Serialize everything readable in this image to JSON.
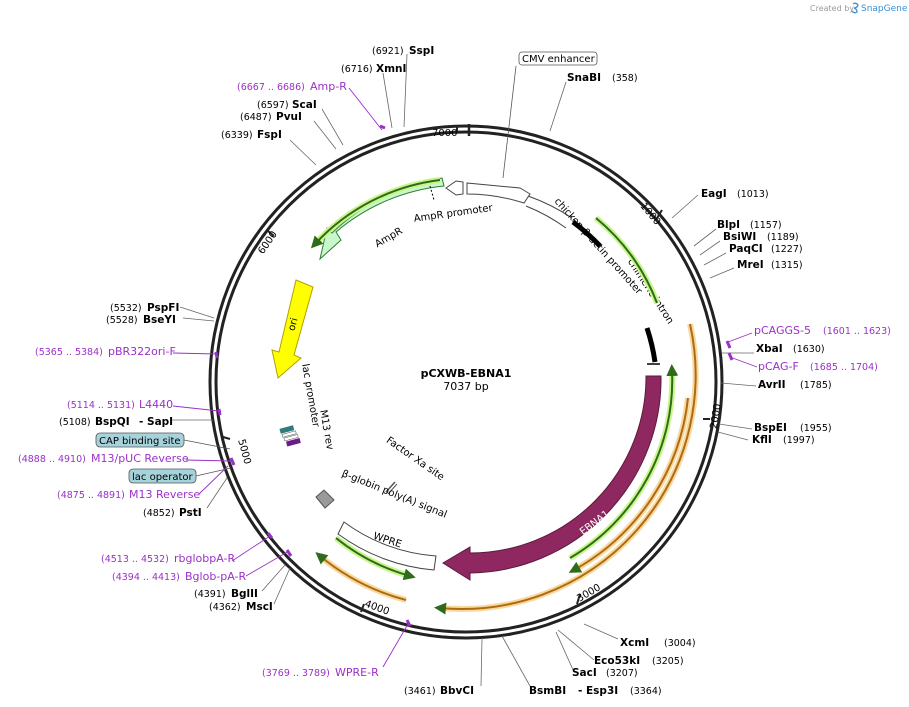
{
  "credit": {
    "prefix": "Created by",
    "brand": "SnapGene"
  },
  "plasmid": {
    "name": "pCXWB-EBNA1",
    "size_label": "7037 bp"
  },
  "ticks": [
    {
      "label": "1000",
      "bp": 1000
    },
    {
      "label": "2000",
      "bp": 2000
    },
    {
      "label": "3000",
      "bp": 3000
    },
    {
      "label": "4000",
      "bp": 4000
    },
    {
      "label": "5000",
      "bp": 5000
    },
    {
      "label": "6000",
      "bp": 6000
    },
    {
      "label": "7000",
      "bp": 7000
    }
  ],
  "features": [
    {
      "name": "EBNA1",
      "label": "EBNA1",
      "color": "#8f2860"
    },
    {
      "name": "chimeric-intron",
      "label": "chimeric intron",
      "color": "#000000"
    },
    {
      "name": "chicken-actin-promoter",
      "label": "chicken β-actin promoter",
      "color": "#ffffff"
    },
    {
      "name": "cmv-enhancer",
      "label": "CMV enhancer",
      "color": "#ffffff"
    },
    {
      "name": "ampr-promoter",
      "label": "AmpR promoter",
      "color": "#ffffff"
    },
    {
      "name": "ampr",
      "label": "AmpR",
      "color": "#c8f7cc"
    },
    {
      "name": "ori",
      "label": "ori",
      "color": "#ffff00"
    },
    {
      "name": "lac-promoter",
      "label": "lac promoter",
      "color": "#ffffff"
    },
    {
      "name": "m13-rev",
      "label": "M13 rev",
      "color": "#ffffff"
    },
    {
      "name": "factor-xa-site",
      "label": "Factor Xa site",
      "color": "#ffffff"
    },
    {
      "name": "globin-polya",
      "label": "β-globin poly(A) signal",
      "color": "#9a9a9a"
    },
    {
      "name": "wpre",
      "label": "WPRE",
      "color": "#ffffff"
    }
  ],
  "enzymes": [
    {
      "name": "SspI",
      "pos": "(6921)"
    },
    {
      "name": "XmnI",
      "pos": "(6716)"
    },
    {
      "name": "ScaI",
      "pos": "(6597)"
    },
    {
      "name": "PvuI",
      "pos": "(6487)"
    },
    {
      "name": "FspI",
      "pos": "(6339)"
    },
    {
      "name": "SnaBI",
      "pos": "(358)"
    },
    {
      "name": "EagI",
      "pos": "(1013)"
    },
    {
      "name": "BlpI",
      "pos": "(1157)"
    },
    {
      "name": "BsiWI",
      "pos": "(1189)"
    },
    {
      "name": "PaqCI",
      "pos": "(1227)"
    },
    {
      "name": "MreI",
      "pos": "(1315)"
    },
    {
      "name": "XbaI",
      "pos": "(1630)"
    },
    {
      "name": "AvrII",
      "pos": "(1785)"
    },
    {
      "name": "BspEI",
      "pos": "(1955)"
    },
    {
      "name": "KflI",
      "pos": "(1997)"
    },
    {
      "name": "XcmI",
      "pos": "(3004)"
    },
    {
      "name": "Eco53kI",
      "pos": "(3205)"
    },
    {
      "name": "SacI",
      "pos": "(3207)"
    },
    {
      "name": "BsmBI",
      "pos": "",
      "suffix": "- Esp3I",
      "pos2": "(3364)"
    },
    {
      "name": "BbvCI",
      "pos": "(3461)"
    },
    {
      "name": "MscI",
      "pos": "(4362)"
    },
    {
      "name": "BglII",
      "pos": "(4391)"
    },
    {
      "name": "PstI",
      "pos": "(4852)"
    },
    {
      "name": "BspQI",
      "pos": "(5108)",
      "suffix": "- SapI"
    },
    {
      "name": "BseYI",
      "pos": "(5528)"
    },
    {
      "name": "PspFI",
      "pos": "(5532)"
    }
  ],
  "primers": [
    {
      "name": "Amp-R",
      "pos": "(6667 .. 6686)"
    },
    {
      "name": "pCAGGS-5",
      "pos": "(1601 .. 1623)"
    },
    {
      "name": "pCAG-F",
      "pos": "(1685 .. 1704)"
    },
    {
      "name": "pBR322ori-F",
      "pos": "(5365 .. 5384)"
    },
    {
      "name": "L4440",
      "pos": "(5114 .. 5131)"
    },
    {
      "name": "M13/pUC Reverse",
      "pos": "(4888 .. 4910)"
    },
    {
      "name": "M13 Reverse",
      "pos": "(4875 .. 4891)"
    },
    {
      "name": "rbglobpA-R",
      "pos": "(4513 .. 4532)"
    },
    {
      "name": "Bglob-pA-R",
      "pos": "(4394 .. 4413)"
    },
    {
      "name": "WPRE-R",
      "pos": "(3769 .. 3789)"
    }
  ],
  "boxes": [
    {
      "name": "cap-binding-site",
      "label": "CAP binding site",
      "color": "#a6d3db"
    },
    {
      "name": "lac-operator",
      "label": "lac operator",
      "color": "#a6d3db"
    }
  ]
}
